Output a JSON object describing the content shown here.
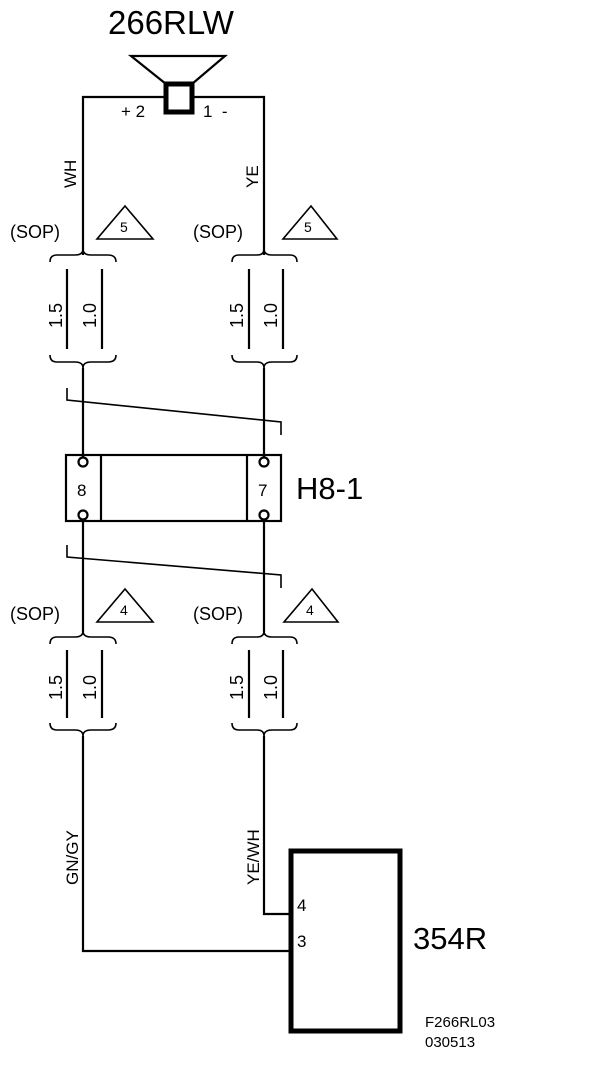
{
  "speaker": {
    "label": "266RLW",
    "pin_pos": "+ 2",
    "pin_neg": "1  -"
  },
  "wires": {
    "left_top_color": "WH",
    "right_top_color": "YE",
    "left_bottom_color": "GN/GY",
    "right_bottom_color": "YE/WH"
  },
  "options": {
    "sop": "(SOP)",
    "note_top": "5",
    "note_bottom": "4",
    "size_a": "1.5",
    "size_b": "1.0"
  },
  "connector": {
    "label": "H8-1",
    "pin_left": "8",
    "pin_right": "7"
  },
  "module": {
    "label": "354R",
    "pin_upper": "4",
    "pin_lower": "3"
  },
  "footer": {
    "figure_id": "F266RL03",
    "date_code": "030513"
  }
}
